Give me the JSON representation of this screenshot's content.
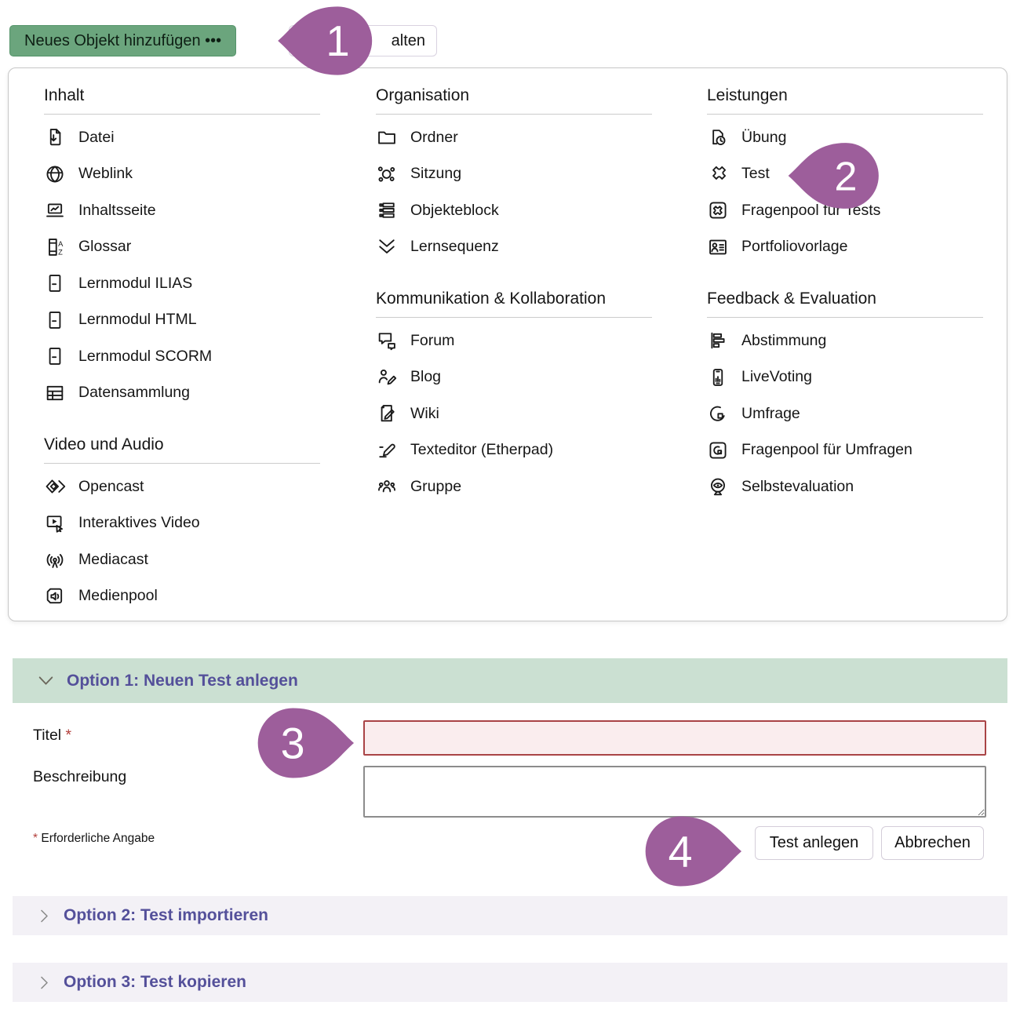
{
  "colors": {
    "accent_green": "#6ba57d",
    "callout_purple": "#9d5e9b",
    "open_accordion_bg": "#cbe0d2",
    "closed_accordion_bg": "#f3f1f6",
    "heading_purple": "#54509a",
    "error_red": "#a94446",
    "error_field_bg": "#faedee"
  },
  "toolbar": {
    "add_object_button": "Neues Objekt hinzufügen •••",
    "partial_button": "alten"
  },
  "callouts": {
    "step_1": "1",
    "step_2": "2",
    "step_3": "3",
    "step_4": "4"
  },
  "menu": {
    "columns": [
      {
        "sections": [
          {
            "title": "Inhalt",
            "items": [
              {
                "label": "Datei",
                "icon": "file-download-icon"
              },
              {
                "label": "Weblink",
                "icon": "globe-icon"
              },
              {
                "label": "Inhaltsseite",
                "icon": "content-page-icon"
              },
              {
                "label": "Glossar",
                "icon": "glossary-icon"
              },
              {
                "label": "Lernmodul ILIAS",
                "icon": "learning-module-icon"
              },
              {
                "label": "Lernmodul HTML",
                "icon": "learning-module-icon"
              },
              {
                "label": "Lernmodul SCORM",
                "icon": "learning-module-icon"
              },
              {
                "label": "Datensammlung",
                "icon": "data-table-icon"
              }
            ]
          },
          {
            "title": "Video und Audio",
            "items": [
              {
                "label": "Opencast",
                "icon": "opencast-icon"
              },
              {
                "label": "Interaktives Video",
                "icon": "interactive-video-icon"
              },
              {
                "label": "Mediacast",
                "icon": "broadcast-icon"
              },
              {
                "label": "Medienpool",
                "icon": "media-pool-icon"
              }
            ]
          }
        ]
      },
      {
        "sections": [
          {
            "title": "Organisation",
            "items": [
              {
                "label": "Ordner",
                "icon": "folder-icon"
              },
              {
                "label": "Sitzung",
                "icon": "session-icon"
              },
              {
                "label": "Objekteblock",
                "icon": "item-group-icon"
              },
              {
                "label": "Lernsequenz",
                "icon": "learning-sequence-icon"
              }
            ]
          },
          {
            "title": "Kommunikation & Kollabo­ration",
            "items": [
              {
                "label": "Forum",
                "icon": "forum-icon"
              },
              {
                "label": "Blog",
                "icon": "blog-icon"
              },
              {
                "label": "Wiki",
                "icon": "wiki-icon"
              },
              {
                "label": "Texteditor (Etherpad)",
                "icon": "text-editor-icon"
              },
              {
                "label": "Gruppe",
                "icon": "group-icon"
              }
            ]
          }
        ]
      },
      {
        "sections": [
          {
            "title": "Leistungen",
            "items": [
              {
                "label": "Übung",
                "icon": "exercise-icon"
              },
              {
                "label": "Test",
                "icon": "puzzle-icon"
              },
              {
                "label": "Fragenpool für Tests",
                "icon": "question-pool-test-icon"
              },
              {
                "label": "Portfoliovorlage",
                "icon": "portfolio-icon"
              }
            ]
          },
          {
            "title": "Feedback & Evaluation",
            "items": [
              {
                "label": "Abstimmung",
                "icon": "poll-icon"
              },
              {
                "label": "LiveVoting",
                "icon": "live-voting-icon"
              },
              {
                "label": "Umfrage",
                "icon": "survey-icon"
              },
              {
                "label": "Fragenpool für Umfragen",
                "icon": "question-pool-survey-icon"
              },
              {
                "label": "Selbstevaluation",
                "icon": "self-evaluation-icon"
              }
            ]
          }
        ]
      }
    ]
  },
  "form": {
    "accordion_open_title": "Option 1: Neuen Test anlegen",
    "title_label": "Titel",
    "required_marker": "*",
    "title_value": "",
    "description_label": "Beschreibung",
    "description_value": "",
    "required_note": "Erforderliche Angabe",
    "submit_label": "Test anlegen",
    "cancel_label": "Abbrechen"
  },
  "accordions": [
    {
      "title": "Option 2: Test importieren"
    },
    {
      "title": "Option 3: Test kopieren"
    }
  ]
}
